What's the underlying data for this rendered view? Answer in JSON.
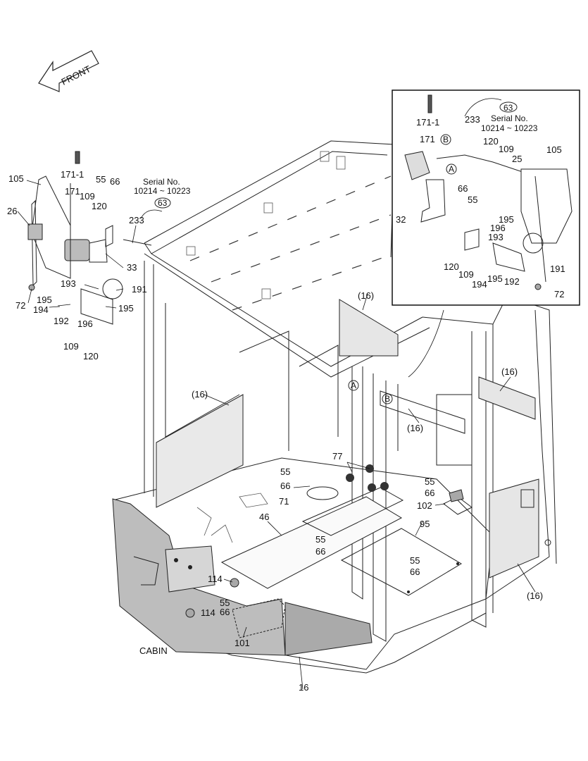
{
  "diagram": {
    "front_arrow": "FRONT",
    "cabin_label": "CABIN",
    "serial_note_main": {
      "title": "Serial No.",
      "range": "10214 ~ 10223",
      "ref": "63"
    },
    "serial_note_detail": {
      "title": "Serial No.",
      "range": "10214 ~ 10223",
      "ref": "63"
    },
    "callouts_circle": {
      "A": "A",
      "B": "B"
    },
    "part_labels": {
      "p105a": "105",
      "p1711a": "171-1",
      "p171a": "171",
      "p55a": "55",
      "p66a": "66",
      "p109a": "109",
      "p120a": "120",
      "p26": "26",
      "p233a": "233",
      "p33": "33",
      "p193a": "193",
      "p191a": "191",
      "p195a": "195",
      "p195b": "195",
      "p72a": "72",
      "p194a": "194",
      "p192a": "192",
      "p196a": "196",
      "p109b": "109",
      "p120b": "120",
      "p16a": "(16)",
      "p16b": "(16)",
      "p16c": "(16)",
      "p16d": "(16)",
      "p16e": "(16)",
      "p77": "77",
      "p55b": "55",
      "p66b": "66",
      "p71": "71",
      "p55c": "55",
      "p66c": "66",
      "p102": "102",
      "p46": "46",
      "p95": "95",
      "p55d": "55",
      "p66d": "66",
      "p55e": "55",
      "p66e": "66",
      "p114a": "114",
      "p55f": "55",
      "p66f": "66",
      "p114b": "114",
      "p101": "101",
      "p16f": "16",
      "d1711": "171-1",
      "d171": "171",
      "d233": "233",
      "d120a": "120",
      "d109a": "109",
      "d25": "25",
      "d105": "105",
      "d66": "66",
      "d55": "55",
      "d32": "32",
      "d195": "195",
      "d196": "196",
      "d193": "193",
      "d120b": "120",
      "d109b": "109",
      "d194": "194",
      "d195b": "195",
      "d192": "192",
      "d191": "191",
      "d72": "72"
    }
  }
}
